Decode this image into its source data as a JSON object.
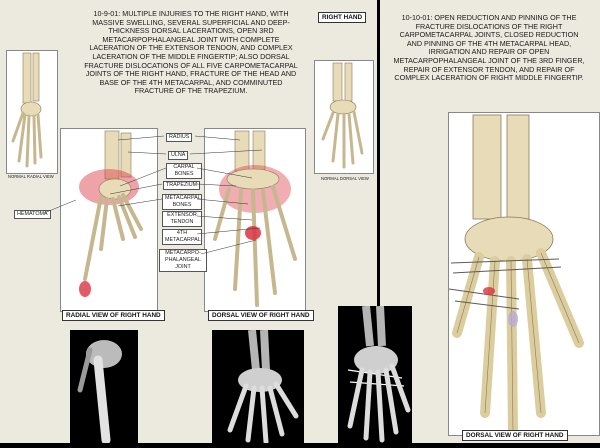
{
  "left_note": "10-9-01: Multiple injuries to the right hand, with massive swelling, several superficial and deep-thickness dorsal lacerations, open 3rd metacarpophalangeal joint with complete laceration of the extensor tendon, and complex laceration of the middle fingertip; also dorsal fracture dislocations of all five carpometacarpal joints of the right hand, fracture of the head and base of the 4th metacarpal, and comminuted fracture of the trapezium.",
  "right_note": "10-10-01: Open reduction and pinning of the fracture dislocations of the right carpometacarpal joints, closed reduction and pinning of the 4th metacarpal head, irrigation and repair of open metacarpophalangeal joint of the 3rd finger, repair of extensor tendon, and repair of complex laceration of right middle fingertip.",
  "top_right_tag": "RIGHT HAND",
  "labels": {
    "radius": "RADIUS",
    "ulna": "ULNA",
    "carpal_bones": "CARPAL BONES",
    "trapezium": "TRAPEZIUM",
    "metacarpal_bones": "METACARPAL BONES",
    "extensor_tendon": "EXTENSOR TENDON",
    "fourth_metacarpal": "4TH METACARPAL",
    "mp_joint": "METACARPO-PHALANGEAL JOINT",
    "hematoma": "HEMATOMA"
  },
  "captions": {
    "normal_radial": "NORMAL RADIAL VIEW",
    "normal_dorsal": "NORMAL DORSAL VIEW",
    "radial_view": "RADIAL VIEW OF RIGHT HAND",
    "dorsal_view_mid": "DORSAL VIEW OF RIGHT HAND",
    "dorsal_view_right": "DORSAL VIEW OF RIGHT HAND"
  },
  "colors": {
    "panel": "#ece9df",
    "bone": "#e8dcb8",
    "bone_stroke": "#8a7a5a",
    "injury": "#d9333f"
  }
}
